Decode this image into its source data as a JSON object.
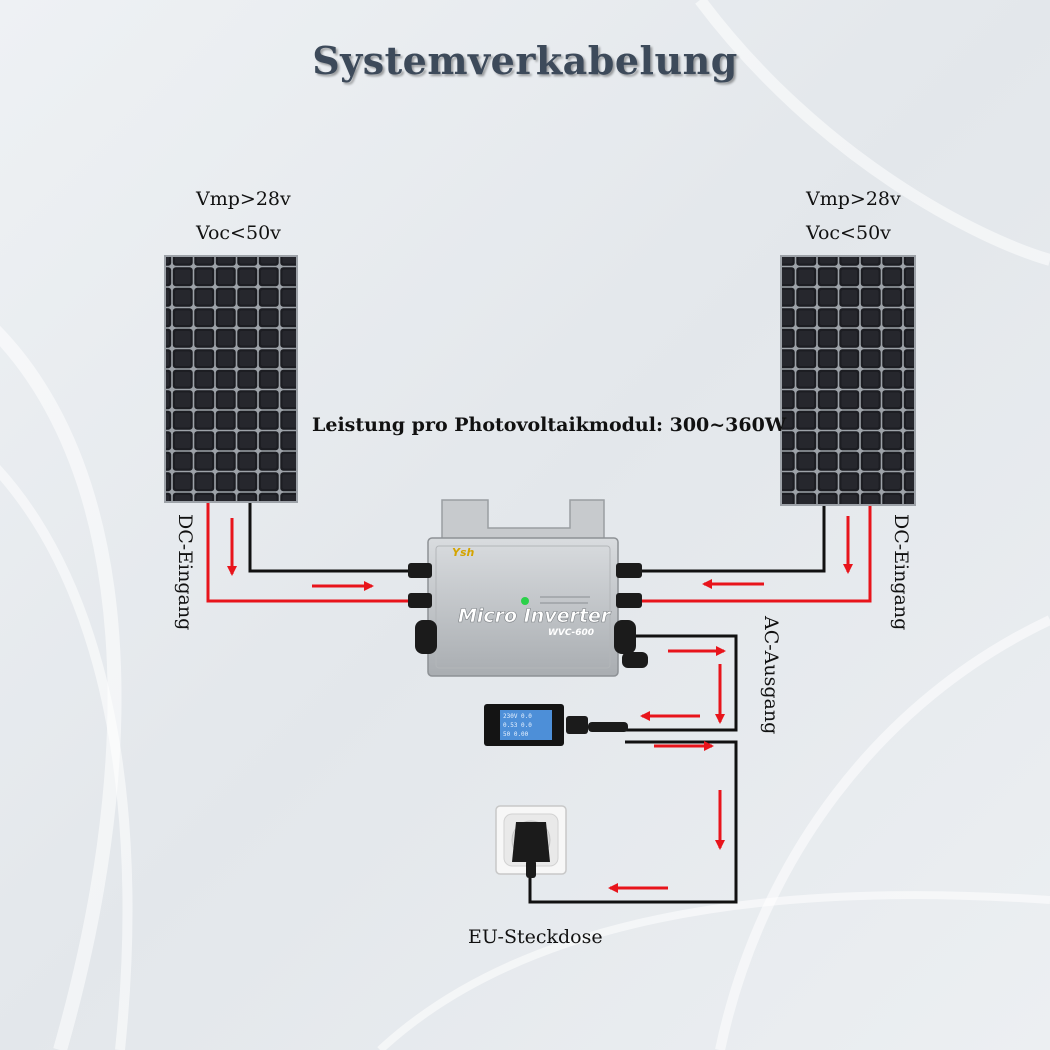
{
  "title": "Systemverkabelung",
  "left_panel": {
    "vmp": "Vmp>28v",
    "voc": "Voc<50v",
    "dc_label": "DC-Eingang"
  },
  "right_panel": {
    "vmp": "Vmp>28v",
    "voc": "Voc<50v",
    "dc_label": "DC-Eingang"
  },
  "power_text": "Leistung pro Photovoltaikmodul: 300~360W",
  "inverter": {
    "name": "Micro Inverter",
    "model": "WVC-600",
    "brand": "Ysh"
  },
  "ac_label": "AC-Ausgang",
  "meter": {
    "line1": "230V 0.0",
    "line2": "0.53 0.0",
    "line3": "50 0.00"
  },
  "socket_label": "EU-Steckdose",
  "colors": {
    "wire_dc_positive": "#e8141b",
    "wire_negative": "#111111",
    "arrow": "#e8141b",
    "title": "#3d4a5a"
  }
}
